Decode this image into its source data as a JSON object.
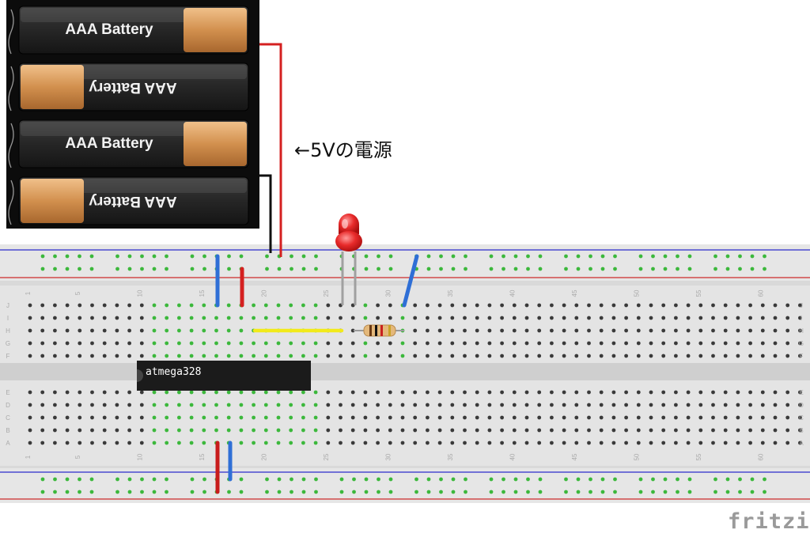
{
  "battery_pack": {
    "cells": [
      {
        "label": "AAA Battery",
        "flipped": false
      },
      {
        "label": "AAA Battery",
        "flipped": true
      },
      {
        "label": "AAA Battery",
        "flipped": false
      },
      {
        "label": "AAA Battery",
        "flipped": true
      }
    ]
  },
  "annotation": "←5Vの電源",
  "chip": {
    "label": "atmega328"
  },
  "breadboard": {
    "row_letters_top": [
      "J",
      "I",
      "H",
      "G",
      "F"
    ],
    "row_letters_bottom": [
      "E",
      "D",
      "C",
      "B",
      "A"
    ],
    "column_numbers": [
      "1",
      "5",
      "10",
      "15",
      "20",
      "25",
      "30",
      "35",
      "40",
      "45",
      "50",
      "55",
      "60"
    ]
  },
  "components": {
    "led_color": "red",
    "resistor": "resistor"
  },
  "wire_colors": {
    "red": "#d42020",
    "blue": "#2f6fd6",
    "black": "#111111",
    "yellow": "#f2ea1a"
  },
  "brand": "fritzing"
}
